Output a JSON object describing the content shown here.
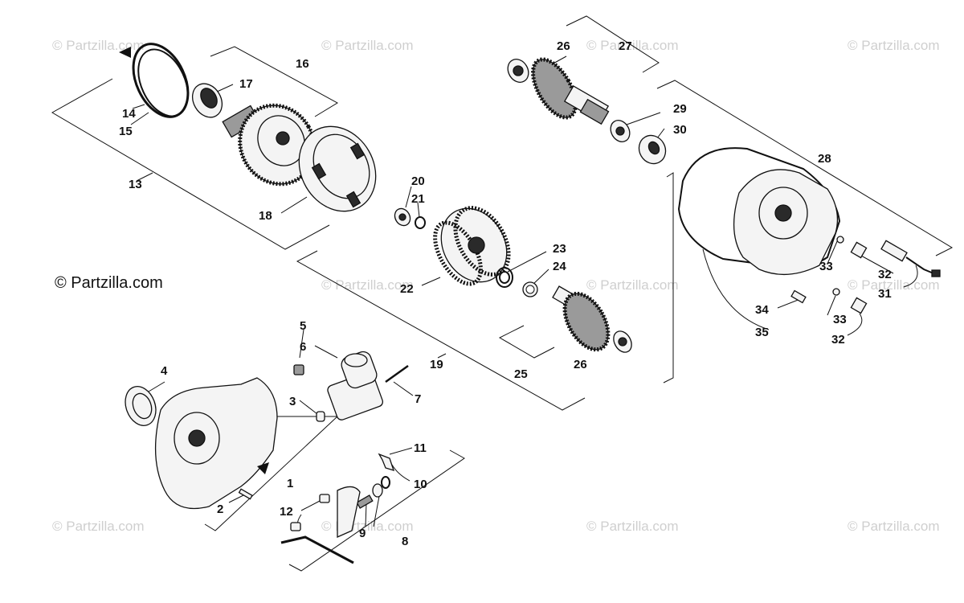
{
  "watermark": "© Partzilla.com",
  "brand": "© Partzilla.com",
  "callouts": [
    {
      "id": "c14",
      "text": "14"
    },
    {
      "id": "c15",
      "text": "15"
    },
    {
      "id": "c16",
      "text": "16"
    },
    {
      "id": "c17",
      "text": "17"
    },
    {
      "id": "c13",
      "text": "13"
    },
    {
      "id": "c18",
      "text": "18"
    },
    {
      "id": "c20",
      "text": "20"
    },
    {
      "id": "c21",
      "text": "21"
    },
    {
      "id": "c22",
      "text": "22"
    },
    {
      "id": "c23",
      "text": "23"
    },
    {
      "id": "c24",
      "text": "24"
    },
    {
      "id": "c19",
      "text": "19"
    },
    {
      "id": "c25",
      "text": "25"
    },
    {
      "id": "c26a",
      "text": "26"
    },
    {
      "id": "c26b",
      "text": "26"
    },
    {
      "id": "c27",
      "text": "27"
    },
    {
      "id": "c29",
      "text": "29"
    },
    {
      "id": "c30",
      "text": "30"
    },
    {
      "id": "c28",
      "text": "28"
    },
    {
      "id": "c33a",
      "text": "33"
    },
    {
      "id": "c32a",
      "text": "32"
    },
    {
      "id": "c31",
      "text": "31"
    },
    {
      "id": "c34",
      "text": "34"
    },
    {
      "id": "c33b",
      "text": "33"
    },
    {
      "id": "c35",
      "text": "35"
    },
    {
      "id": "c32b",
      "text": "32"
    },
    {
      "id": "c5",
      "text": "5"
    },
    {
      "id": "c6",
      "text": "6"
    },
    {
      "id": "c4",
      "text": "4"
    },
    {
      "id": "c3",
      "text": "3"
    },
    {
      "id": "c7",
      "text": "7"
    },
    {
      "id": "c1",
      "text": "1"
    },
    {
      "id": "c2",
      "text": "2"
    },
    {
      "id": "c11",
      "text": "11"
    },
    {
      "id": "c10",
      "text": "10"
    },
    {
      "id": "c12",
      "text": "12"
    },
    {
      "id": "c9",
      "text": "9"
    },
    {
      "id": "c8",
      "text": "8"
    }
  ]
}
